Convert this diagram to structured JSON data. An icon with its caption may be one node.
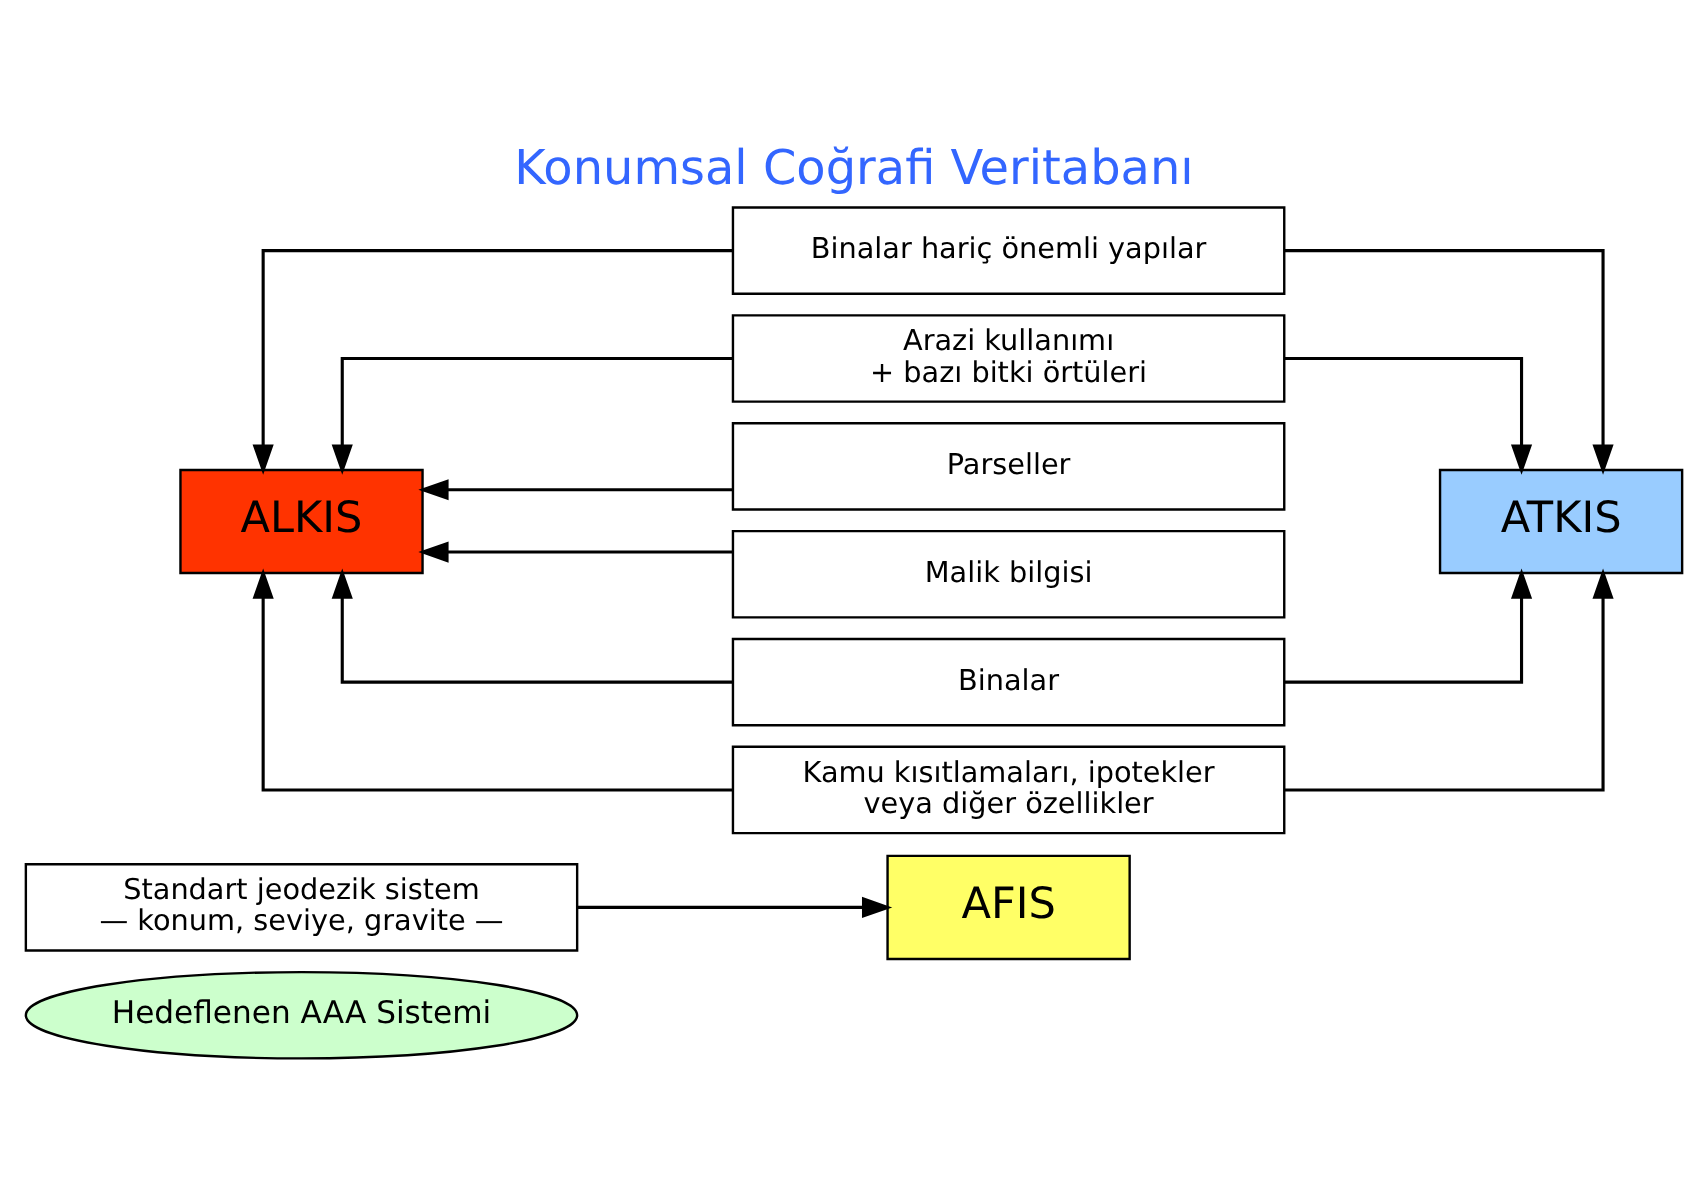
{
  "diagram": {
    "title": "Konumsal Coğrafi Veritabanı",
    "nodes": [
      {
        "text": [
          "Hedeflenen AAA Sistemi"
        ]
      },
      {
        "text": [
          "Standart jeodezik sistem — konum, seviye, gravite —"
        ]
      },
      {
        "text": [
          "AFIS"
        ]
      },
      {
        "text": [
          "Binalar hariç önemli yapılar"
        ]
      },
      {
        "text": [
          "Arazi kullanımı + bazı bitki örtüleri"
        ]
      },
      {
        "text": [
          "Parseller"
        ]
      },
      {
        "text": [
          "Malik bilgisi"
        ]
      },
      {
        "text": [
          "Binalar"
        ]
      },
      {
        "text": [
          "Kamu kısıtlamaları, ipotekler veya diğer özellikler"
        ]
      },
      {
        "text": [
          "ALKIS"
        ]
      },
      {
        "text": [
          "ATKIS"
        ]
      }
    ],
    "edges": [
      {
        "from": 1,
        "to": 2,
        "arrow": "to"
      },
      {
        "from": 3,
        "to": 9,
        "arrow": "to"
      },
      {
        "from": 4,
        "to": 9,
        "arrow": "to"
      },
      {
        "from": 5,
        "to": 9,
        "arrow": "to"
      },
      {
        "from": 6,
        "to": 9,
        "arrow": "to"
      },
      {
        "from": 7,
        "to": 9,
        "arrow": "to"
      },
      {
        "from": 8,
        "to": 9,
        "arrow": "to"
      },
      {
        "from": 3,
        "to": 10,
        "arrow": "to"
      },
      {
        "from": 4,
        "to": 10,
        "arrow": "to"
      },
      {
        "from": 7,
        "to": 10,
        "arrow": "to"
      },
      {
        "from": 8,
        "to": 10,
        "arrow": "to"
      }
    ]
  }
}
